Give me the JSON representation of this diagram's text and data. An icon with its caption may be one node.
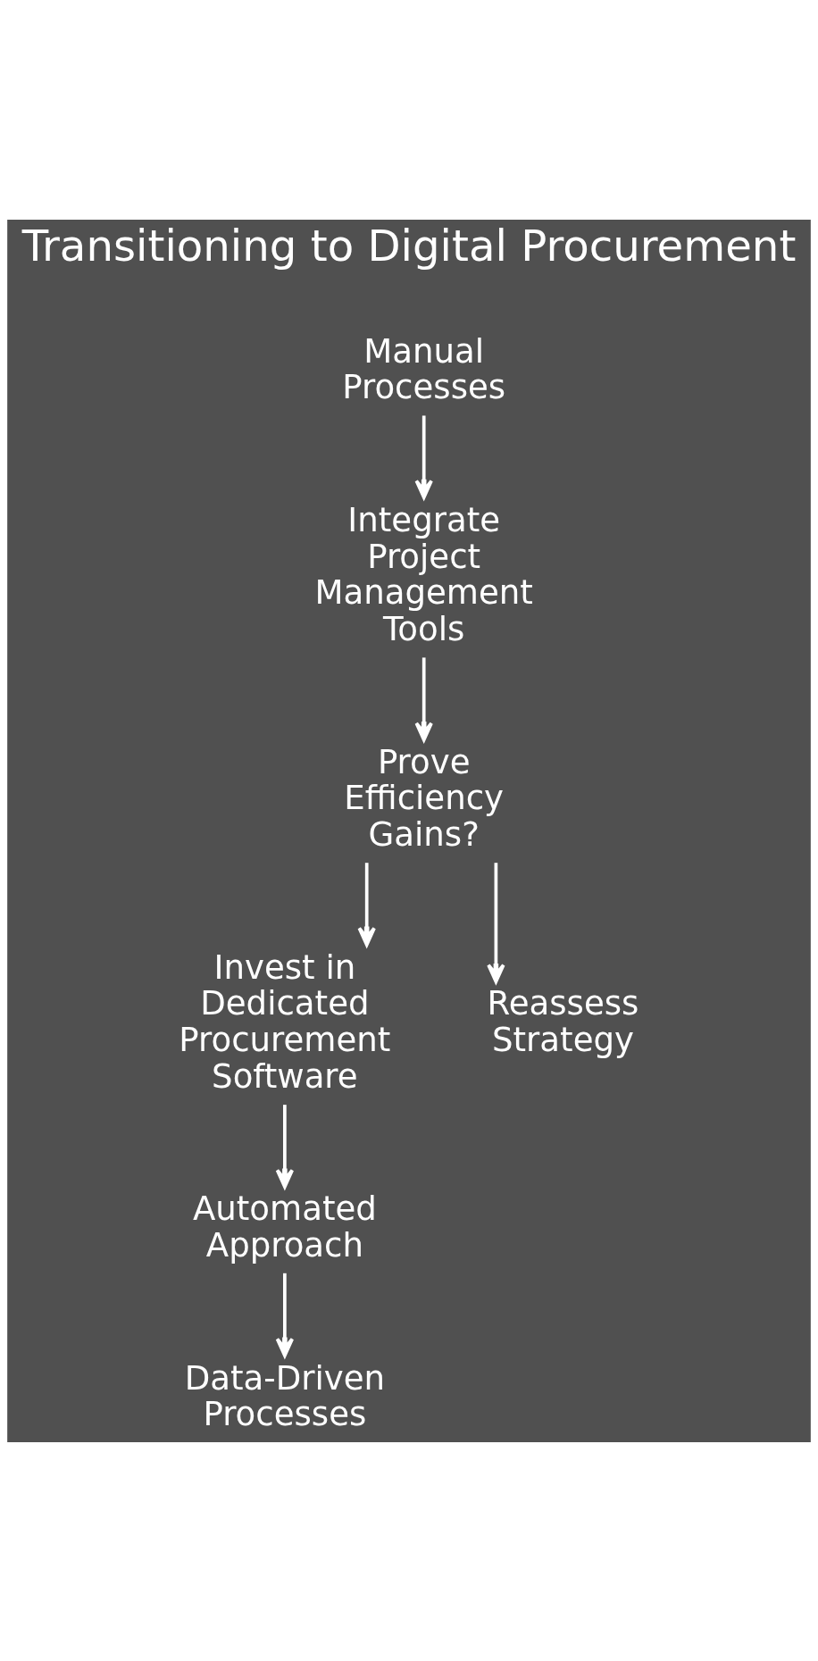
{
  "diagram": {
    "title": "Transitioning to Digital Procurement",
    "nodes": [
      {
        "text": [
          "Manual Processes"
        ]
      },
      {
        "text": [
          "Integrate Project Management Tools"
        ]
      },
      {
        "text": [
          "Prove Efficiency Gains?"
        ]
      },
      {
        "text": [
          "Invest in Dedicated Procurement Software"
        ]
      },
      {
        "text": [
          "Reassess Strategy"
        ]
      },
      {
        "text": [
          "Automated Approach"
        ]
      },
      {
        "text": [
          "Data-Driven Processes"
        ]
      }
    ],
    "edges": [
      {
        "from": 0,
        "to": 1,
        "arrow": "to"
      },
      {
        "from": 1,
        "to": 2,
        "arrow": "to"
      },
      {
        "from": 2,
        "to": 3,
        "arrow": "to"
      },
      {
        "from": 2,
        "to": 4,
        "arrow": "to"
      },
      {
        "from": 3,
        "to": 5,
        "arrow": "to"
      },
      {
        "from": 5,
        "to": 6,
        "arrow": "to"
      }
    ]
  }
}
